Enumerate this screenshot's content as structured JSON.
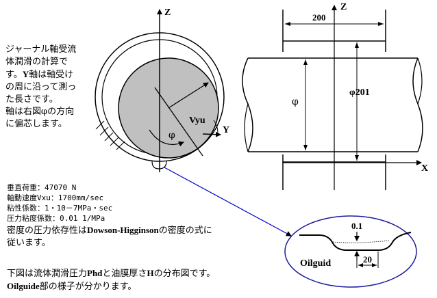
{
  "intro": {
    "line1": "ジャーナル軸受流",
    "line2": "体潤滑の計算で",
    "line3_pre": "す。",
    "line3_bold": "Y",
    "line3_post": "軸は軸受け",
    "line4": "の周に沿って測っ",
    "line5": "た長さです。",
    "line6": "軸は右図φの方向",
    "line7": "に偏芯します。"
  },
  "params": {
    "load": "垂直荷重：47070 N",
    "speed": "軸動速度Vxu：1700mm/sec",
    "viscosity": "粘性係数：1・10－7MPa・sec",
    "pressure_coef": "圧力粘度係数：0.01 1/MPa"
  },
  "density": {
    "pre": "密度の圧力依存性は",
    "bold": "Dowson-Higginson",
    "post": "の密度の式に",
    "line2": "従います。"
  },
  "bottom": {
    "line1_pre": "下図は流体潤滑圧力",
    "line1_b1": "Phd",
    "line1_mid": "と油膜厚さ",
    "line1_b2": "H",
    "line1_post": "の分布図です。",
    "line2_bold": "Oilguide",
    "line2_post": "部の様子が分かります。"
  },
  "left_diagram": {
    "z_label": "Z",
    "y_label": "Y",
    "vyu_label": "Vyu",
    "phi_label": "φ"
  },
  "right_diagram": {
    "z_label": "Z",
    "x_label": "X",
    "width_label": "200",
    "phi_label": "φ",
    "diam_label": "φ201"
  },
  "oilguide": {
    "name": "Oilguid",
    "depth_label": "0.1",
    "width_label": "20"
  },
  "colors": {
    "shaft_fill": "#c0c0c0",
    "callout_line": "#0000cc",
    "ellipse_stroke": "#1a1aa0"
  }
}
